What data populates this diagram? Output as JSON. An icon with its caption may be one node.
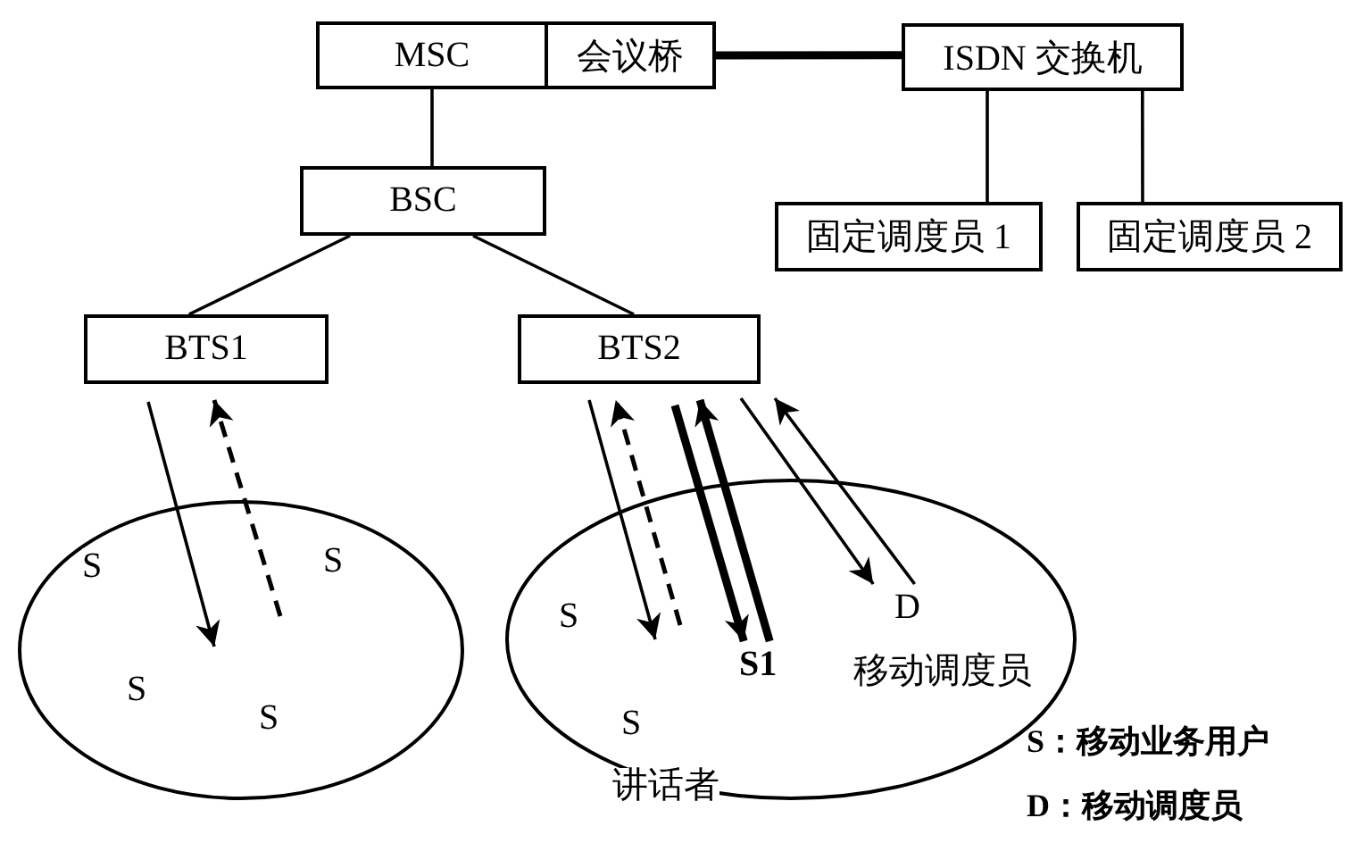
{
  "diagram": {
    "nodes": [
      {
        "text": [
          "MSC"
        ]
      },
      {
        "text": [
          "会议桥"
        ]
      },
      {
        "text": [
          "ISDN 交换机"
        ]
      },
      {
        "text": [
          "BSC"
        ]
      },
      {
        "text": [
          "固定调度员 1"
        ]
      },
      {
        "text": [
          "固定调度员 2"
        ]
      },
      {
        "text": [
          "BTS1"
        ]
      },
      {
        "text": [
          "BTS2"
        ]
      },
      {
        "text": [],
        "shape": "ellipse"
      },
      {
        "text": [
          "S"
        ],
        "in": 8
      },
      {
        "text": [
          "S"
        ],
        "in": 8
      },
      {
        "text": [
          "S"
        ],
        "in": 8
      },
      {
        "text": [
          "S"
        ],
        "in": 8
      },
      {
        "text": [],
        "shape": "ellipse"
      },
      {
        "text": [
          "S"
        ],
        "in": 13
      },
      {
        "text": [
          "D",
          "移动调度员"
        ],
        "in": 13
      },
      {
        "text": [
          "S1"
        ],
        "in": 13
      },
      {
        "text": [
          "S",
          "讲话者"
        ],
        "in": 13
      }
    ],
    "edges": [
      {
        "from": 0,
        "to": 3,
        "arrow": "none"
      },
      {
        "from": 1,
        "to": 2,
        "arrow": "none",
        "style": "thick"
      },
      {
        "from": 2,
        "to": 4,
        "arrow": "none"
      },
      {
        "from": 2,
        "to": 5,
        "arrow": "none"
      },
      {
        "from": 3,
        "to": 6,
        "arrow": "none"
      },
      {
        "from": 3,
        "to": 7,
        "arrow": "none"
      },
      {
        "from": 6,
        "to": null,
        "arrow": "to"
      },
      {
        "from": null,
        "to": 6,
        "arrow": "to",
        "style": "dashed"
      },
      {
        "from": 7,
        "to": null,
        "arrow": "to"
      },
      {
        "from": null,
        "to": 7,
        "arrow": "to",
        "style": "dashed"
      },
      {
        "from": 7,
        "to": 16,
        "arrow": "to",
        "style": "thick"
      },
      {
        "from": 16,
        "to": 7,
        "arrow": "to",
        "style": "thick"
      },
      {
        "from": 7,
        "to": 15,
        "arrow": "to"
      },
      {
        "from": 15,
        "to": 7,
        "arrow": "to"
      }
    ],
    "labels": [
      "S：移动业务用户",
      "D：移动调度员"
    ]
  }
}
